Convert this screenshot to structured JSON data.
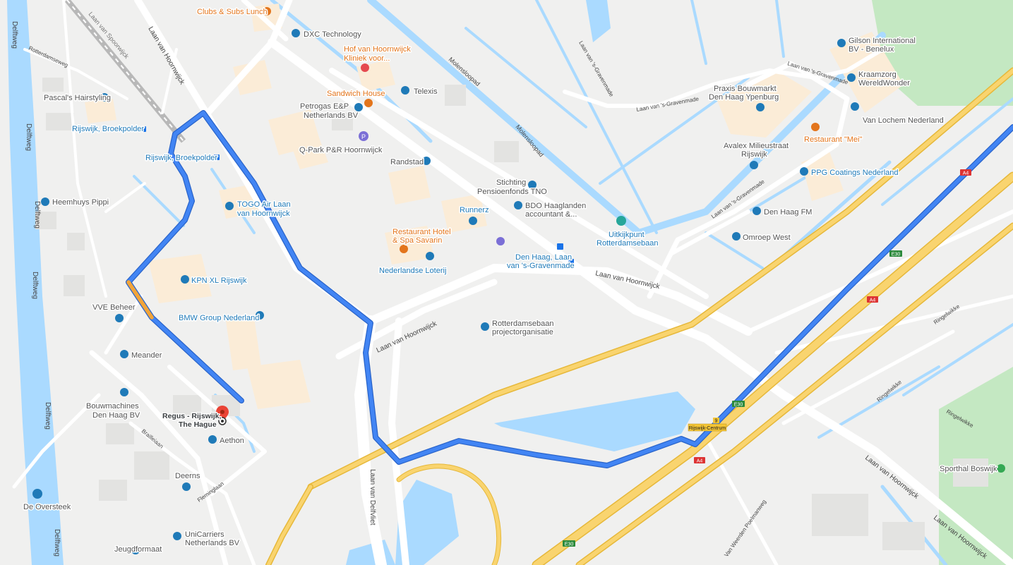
{
  "colors": {
    "land": "#f0f0ef",
    "water": "#aadaff",
    "park": "#c4e8c2",
    "building": "#fbecd7",
    "building_grey": "#e3e3e1",
    "highway": "#f9d46f",
    "highway_edge": "#e6b83a",
    "road": "#ffffff",
    "route": "#4285f4",
    "route_edge": "#2a64c9",
    "route_slow": "#f2a438",
    "poi_blue": "#1f7ab8",
    "poi_orange": "#e3751c",
    "pin_red": "#ea4335"
  },
  "destination": {
    "title_line1": "Regus - Rijswijk,",
    "title_line2": "The Hague"
  },
  "pois": {
    "clubs_subs": "Clubs & Subs Lunch",
    "dxc": "DXC Technology",
    "hof_1": "Hof van Hoornwijck",
    "hof_2": "Kliniek voor...",
    "sandwich": "Sandwich House",
    "telexis": "Telexis",
    "petrogas_1": "Petrogas E&P",
    "petrogas_2": "Netherlands BV",
    "qpark": "Q-Park P&R Hoornwijck",
    "randstad": "Randstad",
    "stichting_1": "Stichting",
    "stichting_2": "Pensioenfonds TNO",
    "bdo_1": "BDO Haaglanden",
    "bdo_2": "accountant &...",
    "runnerz": "Runnerz",
    "togo_1": "TOGO Air Laan",
    "togo_2": "van Hoornwijck",
    "restaurant_hotel_1": "Restaurant Hotel",
    "restaurant_hotel_2": "& Spa Savarin",
    "loterij": "Nederlandse Loterij",
    "kpn": "KPN XL Rijswijk",
    "bmw": "BMW Group Nederland",
    "vve": "VVE Beheer",
    "meander": "Meander",
    "bouw_1": "Bouwmachines",
    "bouw_2": "Den Haag BV",
    "aethon": "Aethon",
    "deerns": "Deerns",
    "unicarriers_1": "UniCarriers",
    "unicarriers_2": "Netherlands BV",
    "jeugd": "Jeugdformaat",
    "oversteek": "De Oversteek",
    "pascal": "Pascal's Hairstyling",
    "heemhuys": "Heemhuys Pippi",
    "rb_stop_1": "Rijswijk, Broekpolder",
    "rb_stop_2": "Rijswijk, Broekpolder",
    "gilson_1": "Gilson International",
    "gilson_2": "BV - Benelux",
    "kraamzorg_1": "Kraamzorg",
    "kraamzorg_2": "WereldWonder",
    "praxis_1": "Praxis Bouwmarkt",
    "praxis_2": "Den Haag Ypenburg",
    "vanlochem": "Van Lochem Nederland",
    "mei": "Restaurant \"Mei\"",
    "avalex_1": "Avalex Milieustraat",
    "avalex_2": "Rijswijk",
    "ppg": "PPG Coatings Nederland",
    "denhaagfm": "Den Haag FM",
    "omroep": "Omroep West",
    "uitkijk_1": "Uitkijkpunt",
    "uitkijk_2": "Rotterdamsebaan",
    "dh_stop_1": "Den Haag, Laan",
    "dh_stop_2": "van 's-Gravenmade",
    "rotterdamsebaan_1": "Rotterdamsebaan",
    "rotterdamsebaan_2": "projectorganisatie",
    "sporthal": "Sporthal Boswijk"
  },
  "streets": {
    "delftweg": "Delftweg",
    "rotterdamseweg": "Rotterdamseweg",
    "laan_van_hoornwijck": "Laan van Hoornwijck",
    "laan_van_delfvliet": "Laan van Delfvliet",
    "laan_gravenmade": "Laan van 's-Gravenmade",
    "molensloopad": "Molensloopad",
    "ringelwikke": "Ringelwikke",
    "brailleiaan": "Brailleiaan",
    "fleminglaan": "Fleminglaan",
    "van_weerden": "Van Weerden Poelmanweg",
    "spoor": "Laan van Spoorwijck"
  },
  "shields": {
    "a4": "A4",
    "e30": "E30",
    "exit_num": "9",
    "exit_name": "Rijswijk-Centrum"
  }
}
